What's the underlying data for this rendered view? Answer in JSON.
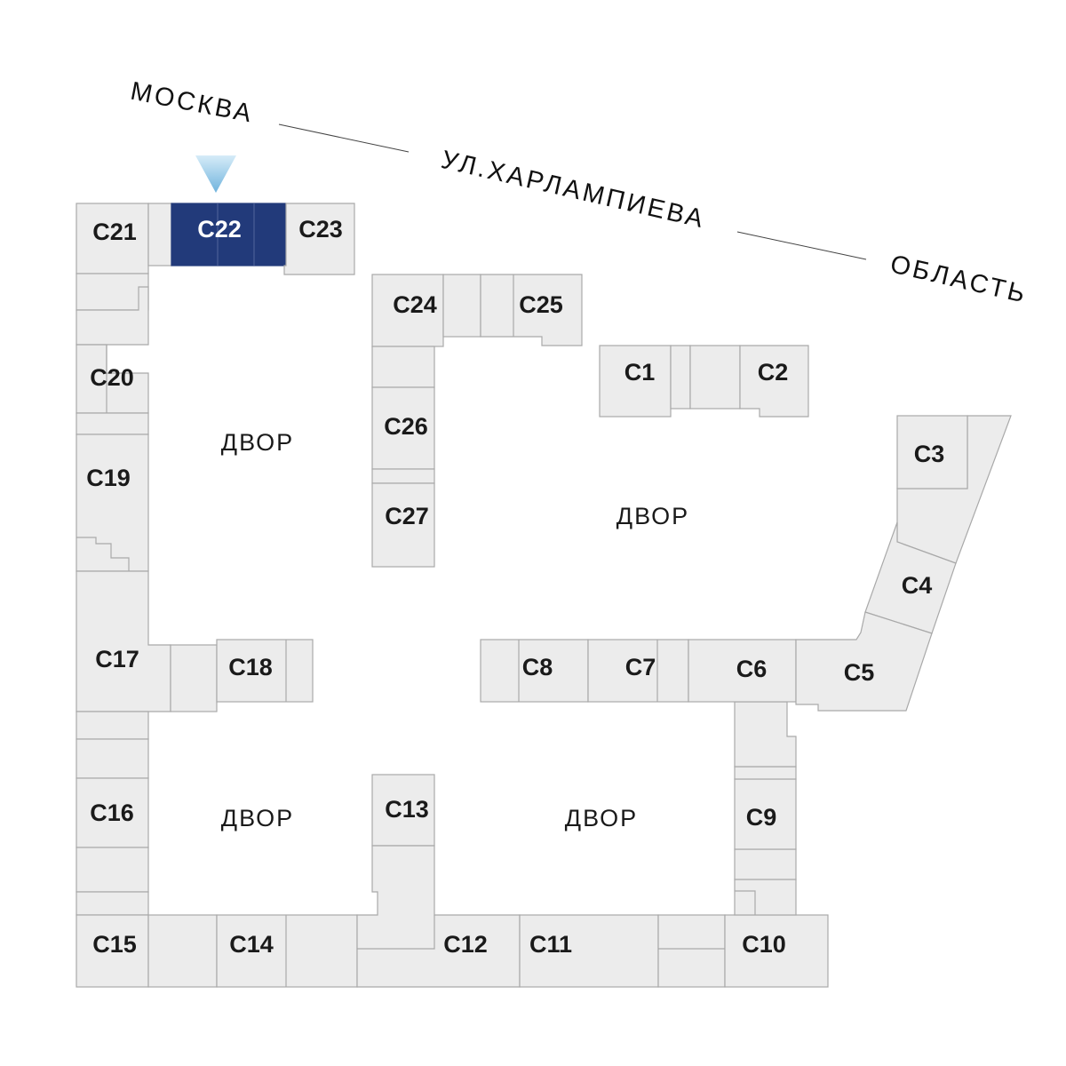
{
  "colors": {
    "background": "#ffffff",
    "block_fill": "#ececec",
    "block_outline": "#a9a9a9",
    "selected_fill": "#223a7a",
    "marker_color": "#8ec5e6",
    "text": "#1a1a1a"
  },
  "streets": {
    "city": "МОСКВА",
    "street": "УЛ.ХАРЛАМПИЕВА",
    "region": "ОБЛАСТЬ"
  },
  "yards": [
    "ДВОР",
    "ДВОР",
    "ДВОР",
    "ДВОР"
  ],
  "selected_section": "С22",
  "marker_icon": "triangle-down-marker-icon",
  "sections": {
    "c1": "С1",
    "c2": "С2",
    "c3": "С3",
    "c4": "С4",
    "c5": "С5",
    "c6": "С6",
    "c7": "С7",
    "c8": "С8",
    "c9": "С9",
    "c10": "С10",
    "c11": "С11",
    "c12": "С12",
    "c13": "С13",
    "c14": "С14",
    "c15": "С15",
    "c16": "С16",
    "c17": "С17",
    "c18": "С18",
    "c19": "С19",
    "c20": "С20",
    "c21": "С21",
    "c22": "С22",
    "c23": "С23",
    "c24": "С24",
    "c25": "С25",
    "c26": "С26",
    "c27": "С27"
  }
}
